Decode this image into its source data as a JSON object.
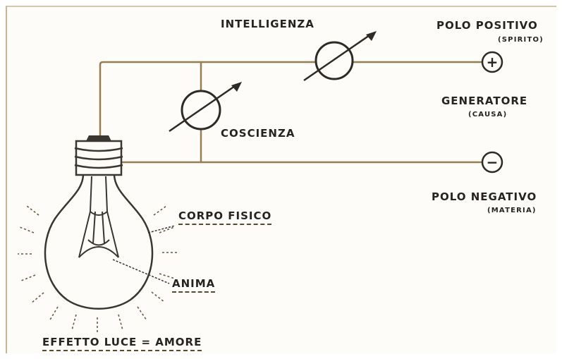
{
  "labels": {
    "intelligenza": "INTELLIGENZA",
    "coscienza": "COSCIENZA",
    "polo_positivo": "POLO POSITIVO",
    "spirito": "(SPIRITO)",
    "generatore": "GENERATORE",
    "causa": "(CAUSA)",
    "polo_negativo": "POLO NEGATIVO",
    "materia": "(MATERIA)",
    "corpo_fisico": "CORPO FISICO",
    "anima": "ANIMA",
    "effetto_luce": "EFFETTO LUCE = AMORE"
  },
  "symbols": {
    "plus": "+",
    "minus": "−"
  },
  "colors": {
    "wire": "#9a7d4e",
    "ink": "#262320",
    "bulb_outline": "#3a3630",
    "glow": "#6b5a3c"
  }
}
